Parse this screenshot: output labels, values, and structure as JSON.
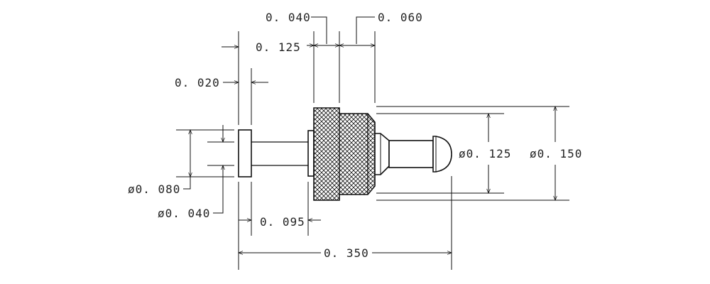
{
  "drawing": {
    "dimensions": {
      "top_width_a": "0. 040",
      "top_width_b": "0. 060",
      "knurl_width": "0. 125",
      "flange_gap": "0. 020",
      "small_dia": "ø0. 080",
      "pin_dia": "ø0. 040",
      "shank_len": "0. 095",
      "overall_len": "0. 350",
      "inner_dia": "ø0. 125",
      "outer_dia": "ø0. 150"
    }
  }
}
